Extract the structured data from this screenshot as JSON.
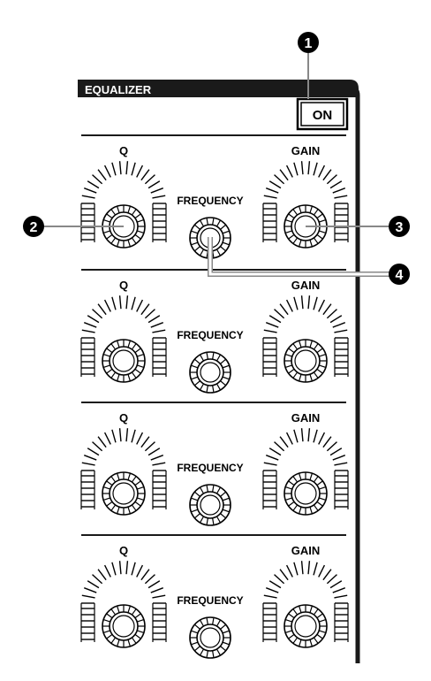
{
  "panel": {
    "title": "EQUALIZER",
    "on_button_label": "ON"
  },
  "bands": [
    {
      "q_label": "Q",
      "frequency_label": "FREQUENCY",
      "gain_label": "GAIN"
    },
    {
      "q_label": "Q",
      "frequency_label": "FREQUENCY",
      "gain_label": "GAIN"
    },
    {
      "q_label": "Q",
      "frequency_label": "FREQUENCY",
      "gain_label": "GAIN"
    },
    {
      "q_label": "Q",
      "frequency_label": "FREQUENCY",
      "gain_label": "GAIN"
    }
  ],
  "callouts": [
    {
      "number": "1",
      "target": "on-button"
    },
    {
      "number": "2",
      "target": "q-knob"
    },
    {
      "number": "3",
      "target": "gain-knob"
    },
    {
      "number": "4",
      "target": "frequency-knob"
    }
  ],
  "colors": {
    "ink": "#000000",
    "panel_header": "#1a1a1a",
    "leader_line": "#888888",
    "callout_fill": "#000000"
  }
}
